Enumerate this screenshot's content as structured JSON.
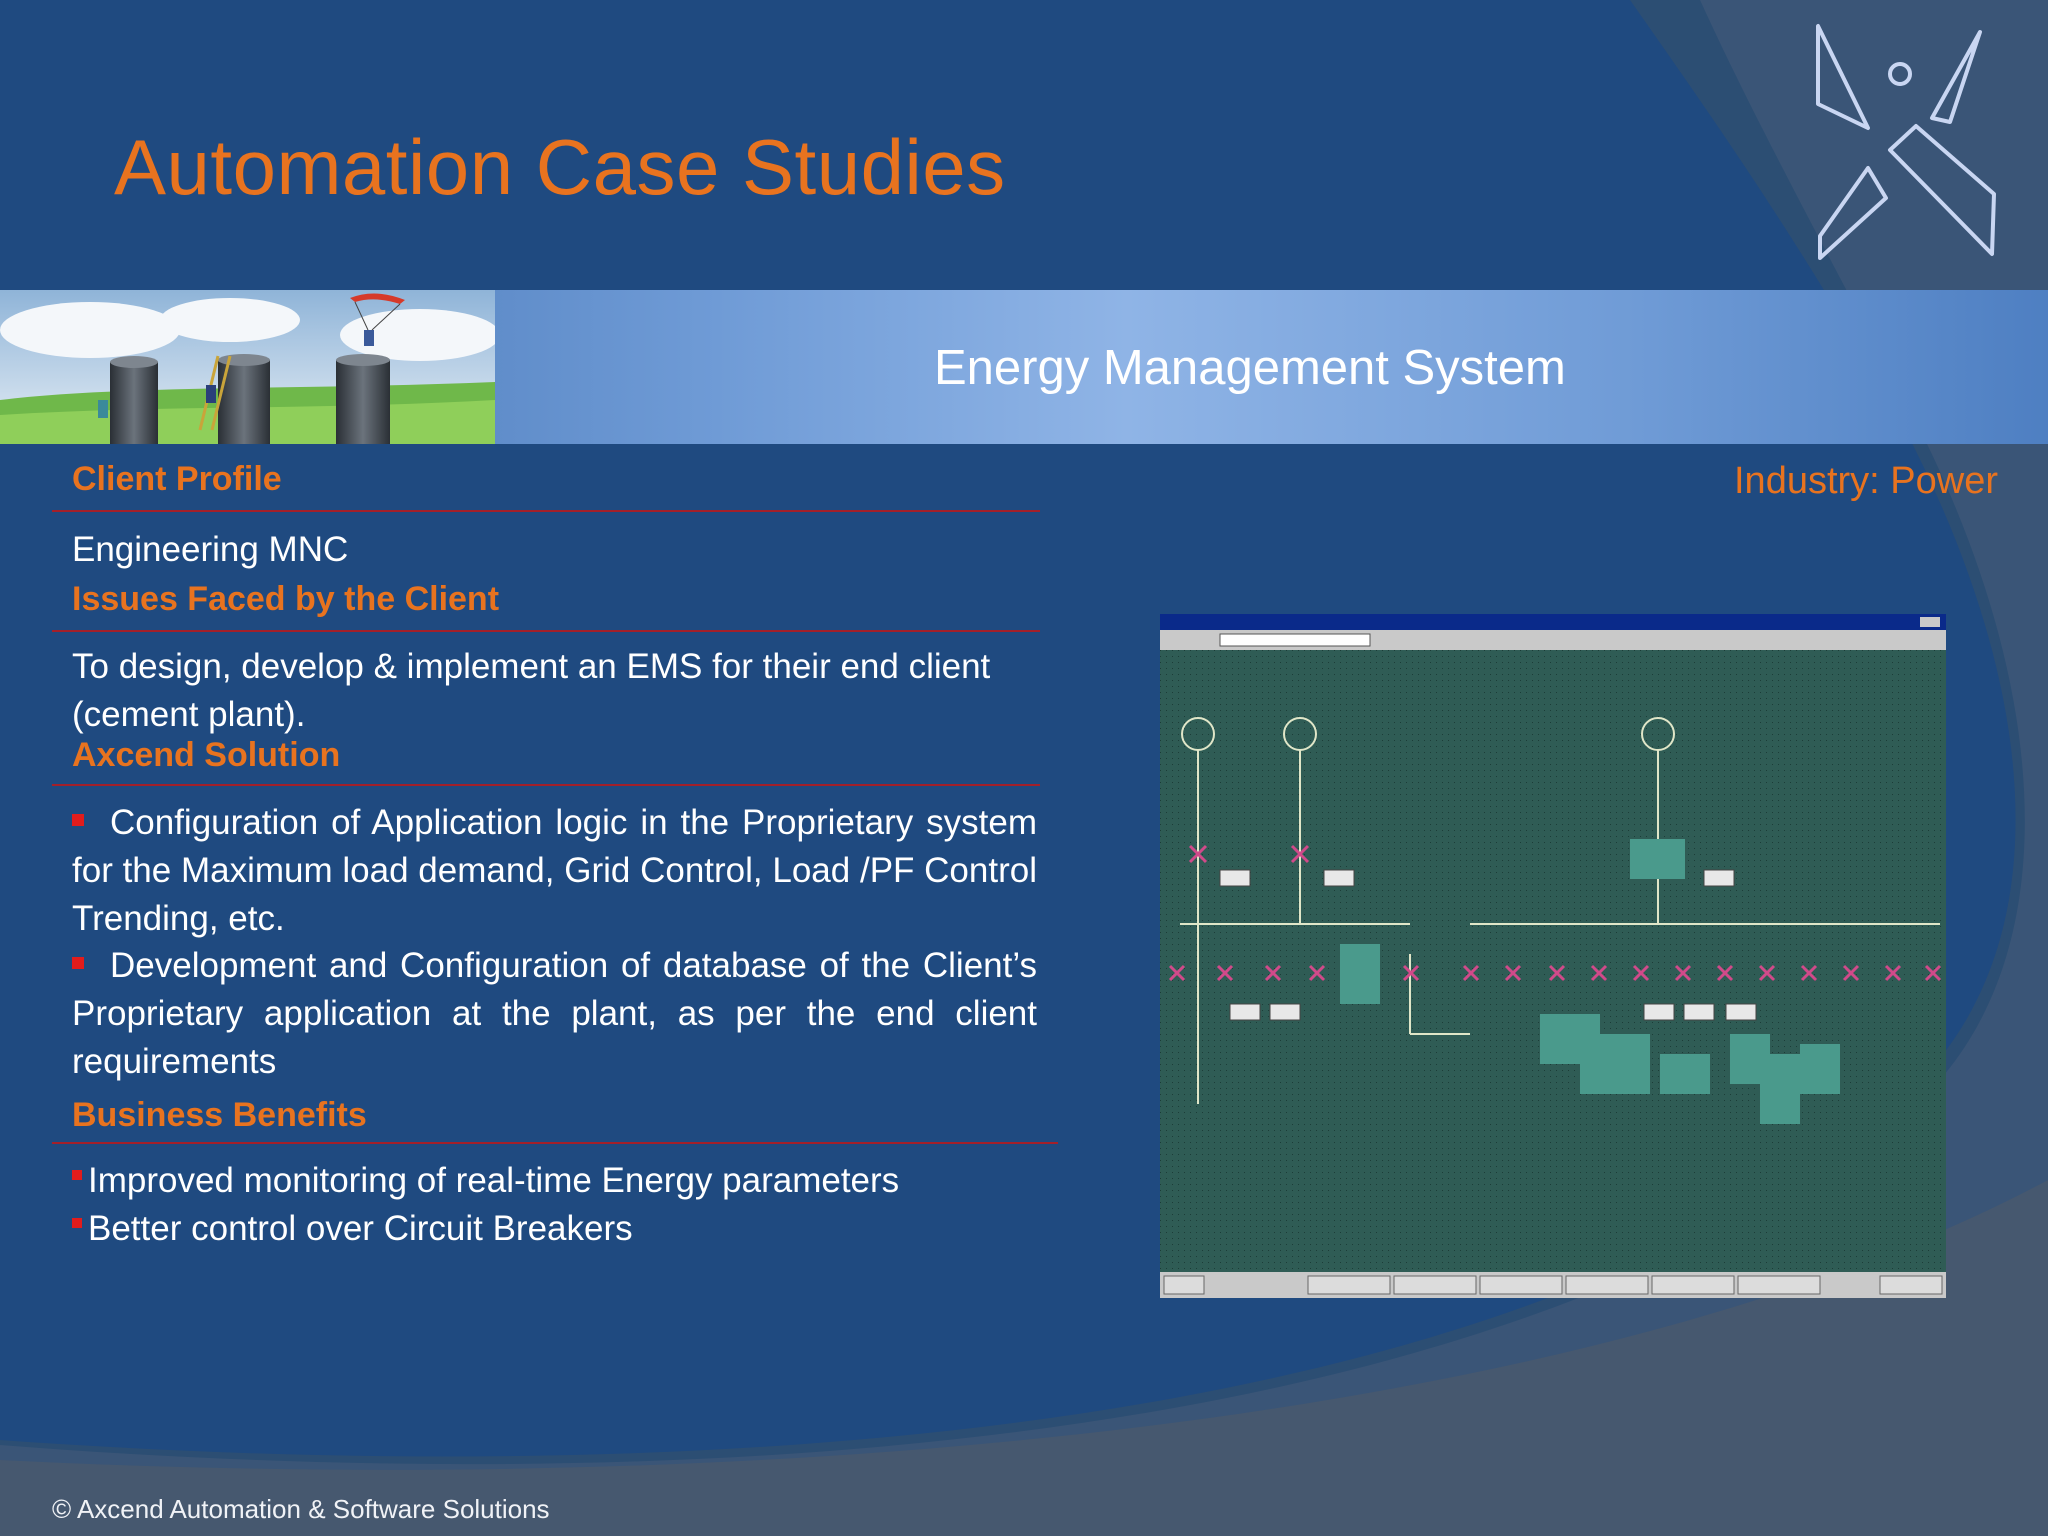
{
  "slide": {
    "title": "Automation Case Studies",
    "subtitle": "Energy Management System",
    "industry": "Industry: Power"
  },
  "sections": {
    "client_profile": {
      "heading": "Client Profile",
      "text": "Engineering MNC"
    },
    "issues": {
      "heading": "Issues Faced by the Client",
      "text": "To design, develop & implement an EMS for their end client (cement plant)."
    },
    "solution": {
      "heading": "Axcend Solution",
      "items": [
        "Configuration of Application logic in the Proprietary system for the Maximum load demand, Grid Control, Load /PF Control Trending, etc.",
        "Development and Configuration of database of the Client’s Proprietary application at the plant, as per the end client requirements"
      ]
    },
    "benefits": {
      "heading": "Business Benefits",
      "items": [
        "Improved monitoring of real-time Energy parameters",
        "Better control over Circuit Breakers"
      ]
    }
  },
  "footer": "© Axcend Automation & Software Solutions",
  "colors": {
    "accent": "#e8731f",
    "background": "#1f4a80",
    "rule": "#a3202a",
    "bullet": "#e21c1c"
  },
  "icons": [
    "axcend-logo-icon"
  ]
}
